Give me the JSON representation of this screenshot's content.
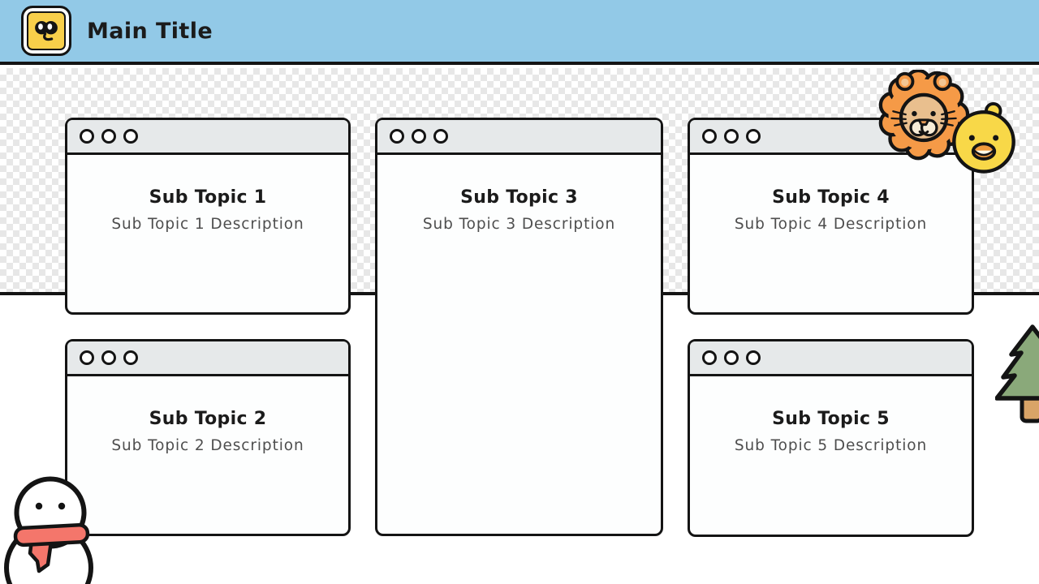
{
  "header": {
    "title": "Main Title",
    "logo_icon": "elephant-face-icon",
    "bg_color": "#92c9e7",
    "logo_color": "#f8cf4a"
  },
  "cards": [
    {
      "title": "Sub Topic 1",
      "description": "Sub Topic 1 Description"
    },
    {
      "title": "Sub Topic 2",
      "description": "Sub Topic 2 Description"
    },
    {
      "title": "Sub Topic 3",
      "description": "Sub Topic 3 Description"
    },
    {
      "title": "Sub Topic 4",
      "description": "Sub Topic 4 Description"
    },
    {
      "title": "Sub Topic 5",
      "description": "Sub Topic 5 Description"
    }
  ],
  "window_chrome": {
    "dots_per_titlebar": 3,
    "titlebar_color": "#e6e9ea",
    "border_color": "#141414"
  },
  "decorations": {
    "icons": [
      "lion-icon",
      "duck-icon",
      "pine-tree-icon",
      "snowman-icon"
    ],
    "lion_color": "#f59a47",
    "duck_color": "#f8d848",
    "tree_color": "#8aa97a",
    "trunk_color": "#d9a467",
    "scarf_color": "#f4766b"
  },
  "background": {
    "checker_colors": [
      "#ffffff",
      "#e7e7e7"
    ],
    "lower_color": "#ffffff"
  }
}
